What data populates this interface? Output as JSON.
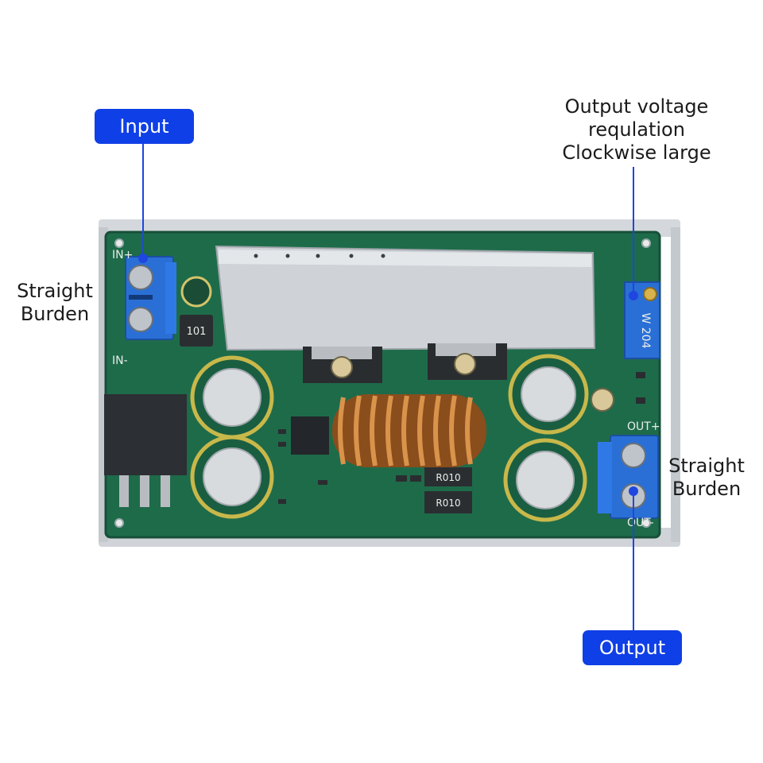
{
  "callouts": {
    "input_label": "Input",
    "output_label": "Output",
    "regulation_note": "Output voltage\nrequlation\nClockwise large",
    "left_terminal_note": "Straight\nBurden",
    "right_terminal_note": "Straight\nBurden"
  },
  "board_markings": {
    "in_plus": "IN+",
    "in_minus": "IN-",
    "out_plus": "OUT+",
    "out_minus": "OUT-",
    "inductor_code": "101",
    "potentiometer_code": "W 204",
    "resistor_code_1": "R010",
    "resistor_code_2": "R010"
  },
  "colors": {
    "callout_blue": "#0f3fe6",
    "pcb_green": "#1e6b4a",
    "terminal_blue": "#2a6fd6",
    "heatsink": "#c9ced3",
    "coil_copper": "#c97a32"
  }
}
